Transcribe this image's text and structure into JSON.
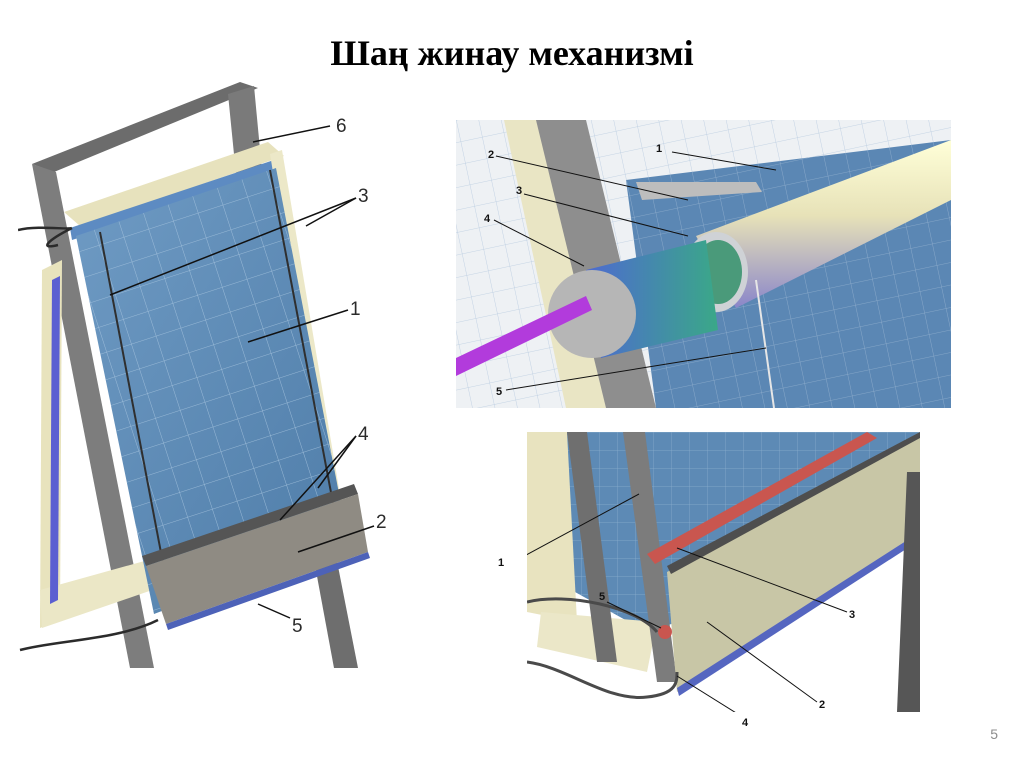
{
  "title": "Шаң жинау механизмі",
  "page_number": "5",
  "figures": {
    "left": {
      "callouts": [
        "6",
        "3",
        "1",
        "4",
        "2",
        "5"
      ]
    },
    "top_right": {
      "callouts": [
        "2",
        "1",
        "3",
        "4",
        "5"
      ]
    },
    "bottom_right": {
      "callouts": [
        "1",
        "5",
        "3",
        "2",
        "4"
      ]
    }
  }
}
